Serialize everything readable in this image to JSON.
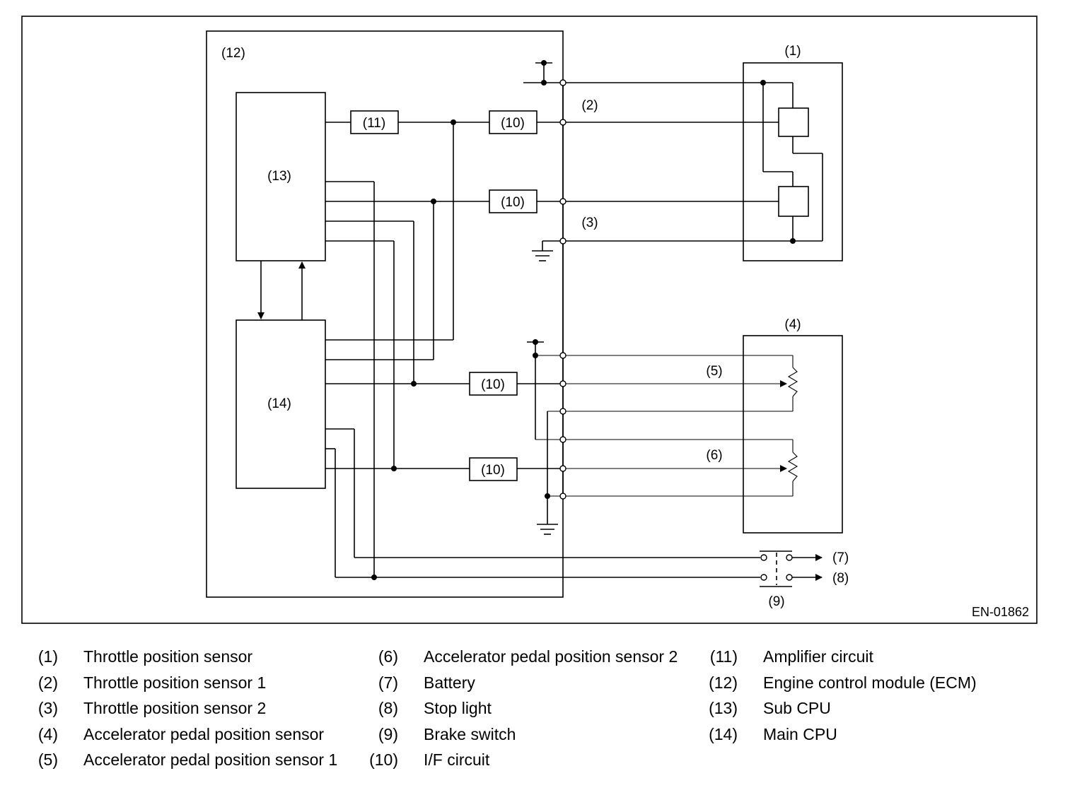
{
  "figure_id": "EN-01862",
  "callouts": {
    "c1": "(1)",
    "c2": "(2)",
    "c3": "(3)",
    "c4": "(4)",
    "c5": "(5)",
    "c6": "(6)",
    "c7": "(7)",
    "c8": "(8)",
    "c9": "(9)",
    "c10": "(10)",
    "c11": "(11)",
    "c12": "(12)",
    "c13": "(13)",
    "c14": "(14)"
  },
  "legend": {
    "col1": [
      {
        "num": "(1)",
        "text": "Throttle position sensor"
      },
      {
        "num": "(2)",
        "text": "Throttle position sensor 1"
      },
      {
        "num": "(3)",
        "text": "Throttle position sensor 2"
      },
      {
        "num": "(4)",
        "text": "Accelerator pedal position sensor"
      },
      {
        "num": "(5)",
        "text": "Accelerator pedal position sensor 1"
      }
    ],
    "col2": [
      {
        "num": "(6)",
        "text": "Accelerator pedal position sensor 2"
      },
      {
        "num": "(7)",
        "text": "Battery"
      },
      {
        "num": "(8)",
        "text": "Stop light"
      },
      {
        "num": "(9)",
        "text": "Brake switch"
      },
      {
        "num": "(10)",
        "text": "I/F circuit"
      }
    ],
    "col3": [
      {
        "num": "(11)",
        "text": "Amplifier circuit"
      },
      {
        "num": "(12)",
        "text": "Engine control module (ECM)"
      },
      {
        "num": "(13)",
        "text": "Sub CPU"
      },
      {
        "num": "(14)",
        "text": "Main CPU"
      }
    ]
  }
}
